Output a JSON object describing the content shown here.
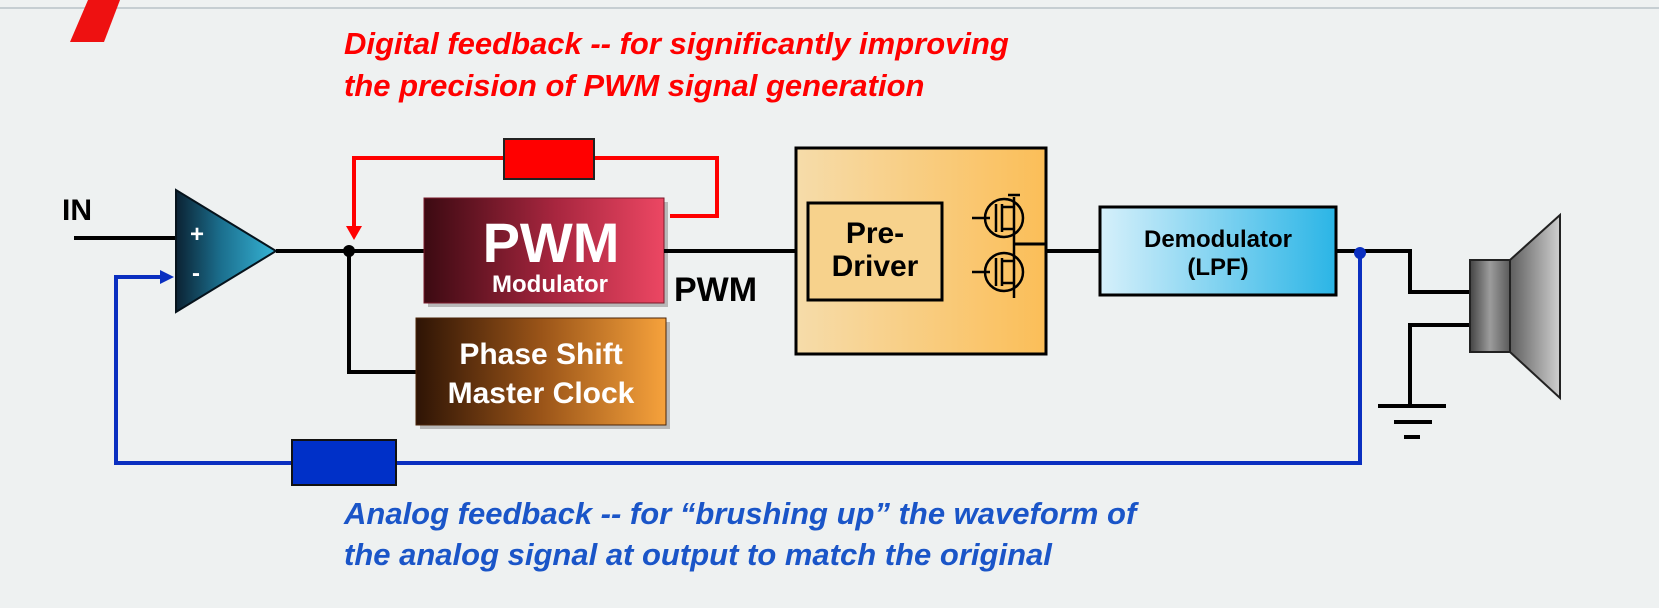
{
  "captions": {
    "digital_line1": "Digital feedback -- for significantly improving",
    "digital_line2": "the precision of PWM signal generation",
    "analog_line1": "Analog feedback -- for “brushing up” the waveform of",
    "analog_line2": "the analog signal at output to match the original"
  },
  "labels": {
    "input": "IN",
    "plus": "+",
    "minus": "-",
    "pwm_title": "PWM",
    "pwm_sub": "Modulator",
    "pwm_signal": "PWM",
    "phase_line1": "Phase Shift",
    "phase_line2": "Master Clock",
    "predriver_line1": "Pre-",
    "predriver_line2": "Driver",
    "demod_line1": "Demodulator",
    "demod_line2": "(LPF)"
  },
  "colors": {
    "digital_feedback": "#ff0000",
    "analog_feedback": "#0a2fc0",
    "wire": "#000000",
    "background": "#eef1f1"
  },
  "icons": {
    "amplifier": "op-amp-triangle-icon",
    "transistor": "mosfet-icon",
    "speaker": "speaker-icon",
    "ground": "ground-icon"
  }
}
